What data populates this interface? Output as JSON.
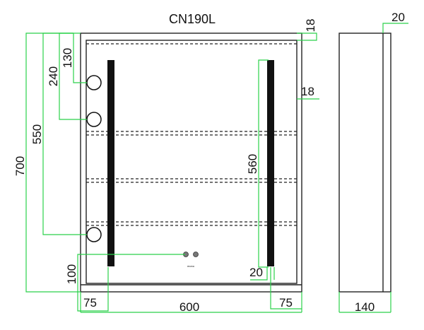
{
  "title": "CN190L",
  "panel_label": "mono",
  "dimensions": {
    "top_thickness": "18",
    "side_thickness": "18",
    "side_view_depth_top": "20",
    "socket_1": "130",
    "socket_2": "240",
    "socket_3": "550",
    "overall_height": "700",
    "led_height": "560",
    "led_width": "20",
    "bottom": "100",
    "left_margin": "75",
    "right_margin": "75",
    "overall_width": "600",
    "depth": "140"
  },
  "colors": {
    "dimension_line": "#2bd14a",
    "outline": "#222222",
    "led_strip": "#111111"
  }
}
